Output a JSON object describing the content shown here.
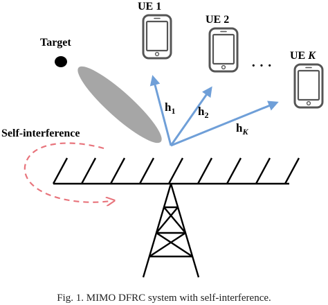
{
  "figure": {
    "target_label": "Target",
    "self_interference_label": "Self-interference",
    "ue_labels": [
      "UE 1",
      "UE 2",
      "UE K"
    ],
    "ue_ellipsis": "· · ·",
    "channel_labels": [
      "h1",
      "h2",
      "hK"
    ],
    "caption": "Fig. 1.  MIMO DFRC system with self-interference.",
    "colors": {
      "beam_arrows": "#6f9fd8",
      "self_interference_arrow": "#e8747c",
      "radar_beam": "#a6a6a6",
      "ink": "#000000",
      "phone_body": "#555555"
    }
  }
}
